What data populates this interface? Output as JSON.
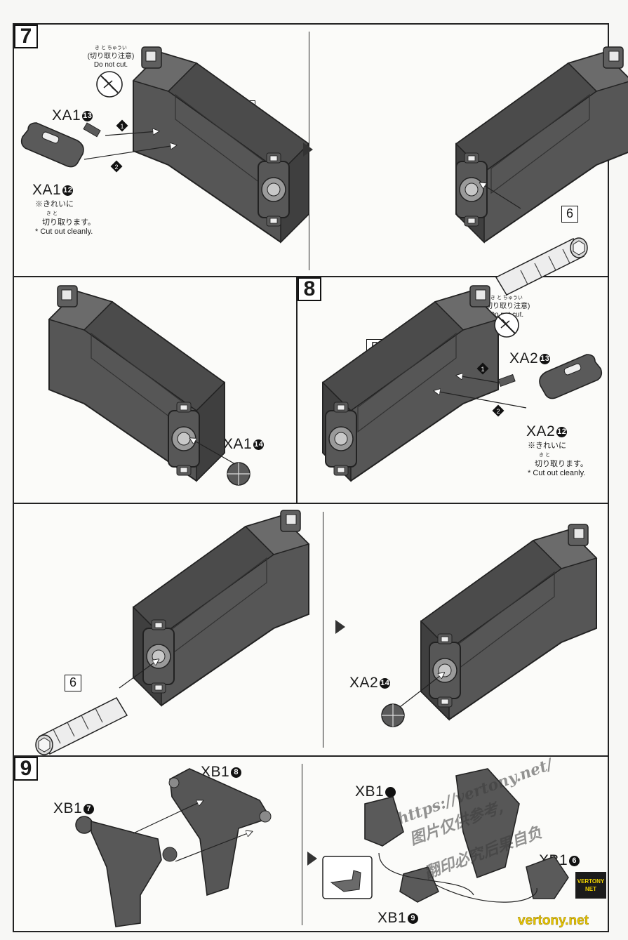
{
  "steps": {
    "s7": "7",
    "s8": "8",
    "s9": "9"
  },
  "caution": {
    "furigana": "き と ちゅうい",
    "jp": "(切り取り注意)",
    "en": "Do not cut."
  },
  "cut_note": {
    "jp_line1": "※きれいに",
    "furigana": "き と",
    "jp_line2": "切り取ります。",
    "en": "* Cut out cleanly."
  },
  "parts": {
    "xa1_13": {
      "name": "XA1",
      "num": "13"
    },
    "xa1_12": {
      "name": "XA1",
      "num": "12"
    },
    "xa1_14": {
      "name": "XA1",
      "num": "14"
    },
    "xa2_13": {
      "name": "XA2",
      "num": "13"
    },
    "xa2_12": {
      "name": "XA2",
      "num": "12"
    },
    "xa2_14": {
      "name": "XA2",
      "num": "14"
    },
    "xb1_8": {
      "name": "XB1",
      "num": "8"
    },
    "xb1_7": {
      "name": "XB1",
      "num": "7"
    },
    "xb1_6": {
      "name": "XB1",
      "num": "6"
    },
    "xb1_9": {
      "name": "XB1",
      "num": "9"
    },
    "xb1_partial": {
      "name": "XB1",
      "num": ""
    }
  },
  "ref_boxes": {
    "five_a": "5",
    "six_a": "6",
    "five_b": "5",
    "six_b": "6"
  },
  "order_marks": {
    "first": "1",
    "second": "2"
  },
  "watermark": {
    "line1": "https://vertony.net/",
    "line2": "图片仅供参考,",
    "line3": "翻印必究后果自负"
  },
  "brand": {
    "badge_line1": "VERTONY",
    "badge_line2": "NET",
    "url": "vertony.net"
  },
  "colors": {
    "ink": "#1b1b1b",
    "part_fill": "#545454",
    "part_light": "#8a8a8a",
    "brand_yellow": "#e6c400"
  }
}
